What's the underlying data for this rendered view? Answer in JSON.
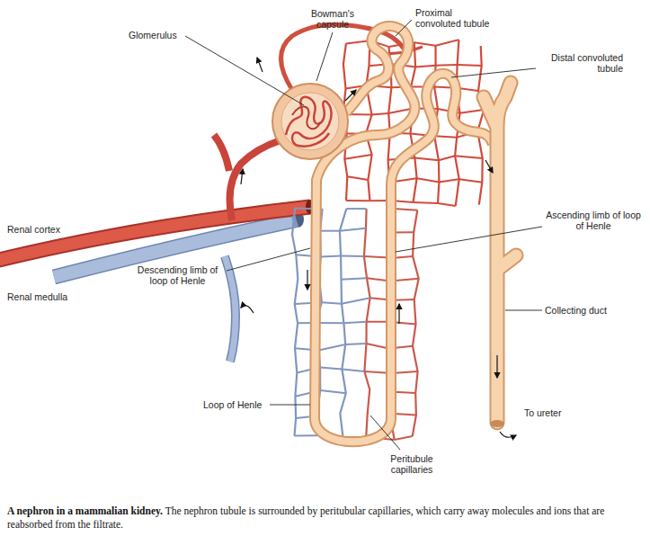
{
  "diagram": {
    "caption": "A nephron in a mammalian kidney. The nephron tubule is surrounded by peritubular capillaries, which carry away molecules and ions that are reabsorbed from the filtrate.",
    "labels": [
      "Glomerulus",
      "Bowman's capsule",
      "Proximal convoluted tubule",
      "Distal convoluted tubule",
      "Renal cortex",
      "Renal medulla",
      "Descending limb of loop of Henle",
      "Ascending limb of loop of Henle",
      "Collecting duct",
      "Loop of Henle",
      "To ureter",
      "Peritubule capillaries"
    ]
  }
}
